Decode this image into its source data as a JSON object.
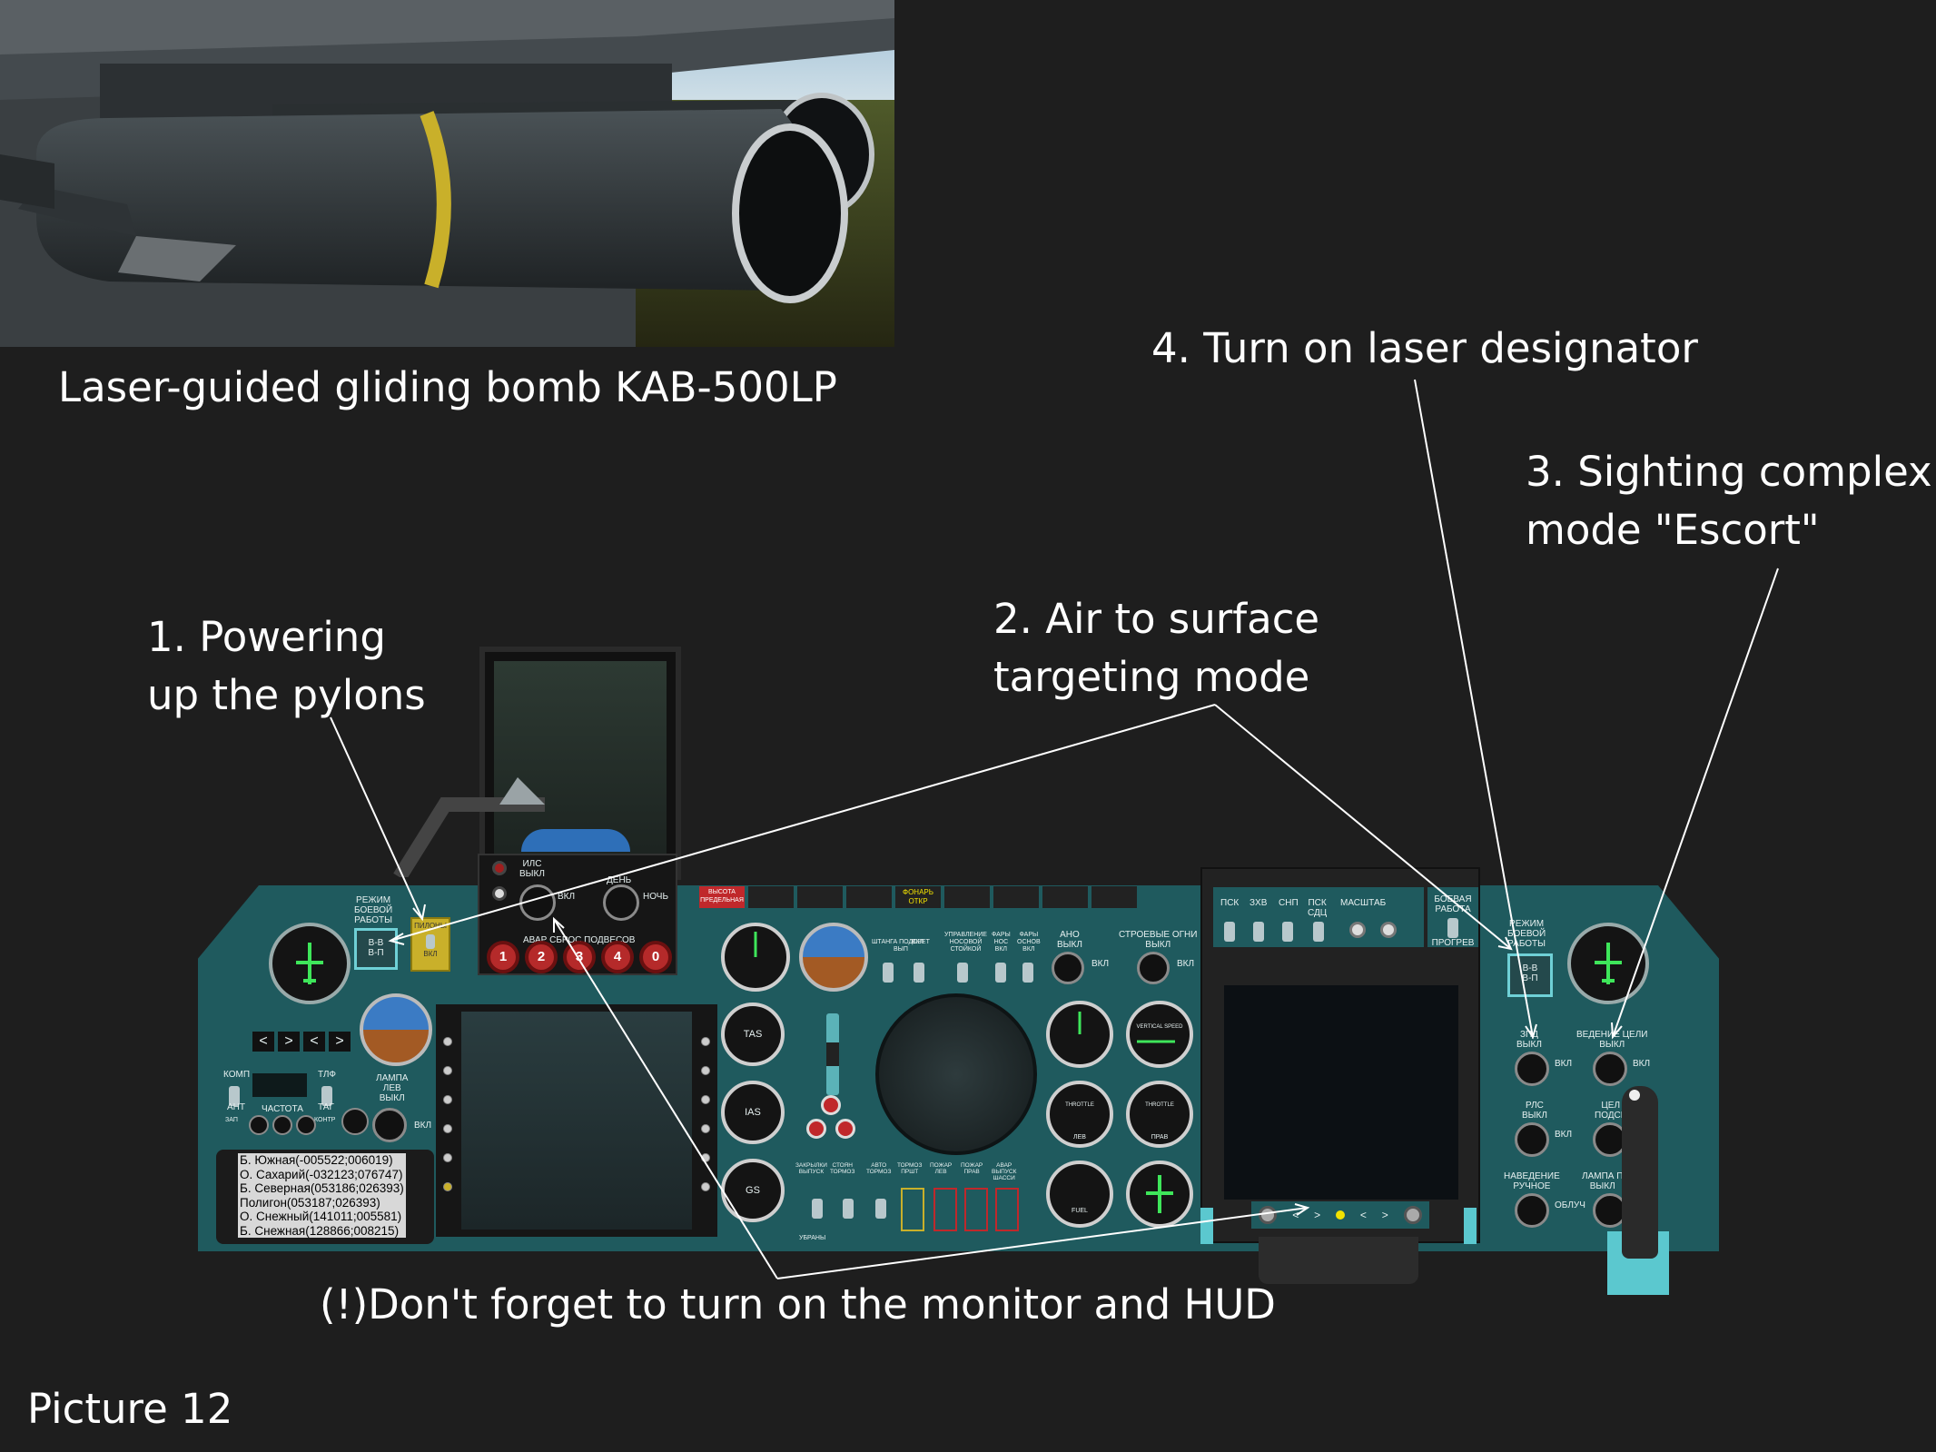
{
  "captions": {
    "bomb": "Laser-guided gliding bomb KAB-500LP",
    "step1_line1": "1.   Powering",
    "step1_line2": "up the pylons",
    "step2_line1": "2. Air to surface",
    "step2_line2": "targeting mode",
    "step3_line1": "3. Sighting complex",
    "step3_line2": "mode \"Escort\"",
    "step4": "4. Turn on laser designator",
    "note": "(!)Don't forget to turn on the monitor and HUD",
    "picture": "Picture 12"
  },
  "panel": {
    "left": {
      "mode_label": "РЕЖИМ\nБОЕВОЙ\nРАБОТЫ",
      "mode_vv": "В-В",
      "mode_vp": "В-П",
      "pylon_label": "ПИЛОНЫ",
      "pylon_state": "ВКЛ",
      "komp": "КОМП",
      "tlf": "ТЛФ",
      "ant": "АНТ",
      "freq": "ЧАСТОТА",
      "tag": "ТАГ",
      "zap": "ЗАП",
      "kontr": "КОНТР",
      "lamp": "ЛАМПА\nЛЕВ\nВЫКЛ",
      "lamp_on": "ВКЛ",
      "nav_arrows": [
        "<",
        ">",
        "<",
        ">"
      ]
    },
    "waypoints": [
      "Б. Южная(-005522;006019)",
      "О. Сахарий(-032123;076747)",
      "Б. Северная(053186;026393)",
      "Полигон(053187;026393)",
      "О. Снежный(141011;005581)",
      "Б. Снежная(128866;008215)"
    ],
    "ils": {
      "ils": "ИЛС\nВЫКЛ",
      "on": "ВКЛ",
      "day": "ДЕНЬ",
      "night": "НОЧЬ",
      "jettison": "АВАР СБРОС ПОДВЕСОВ",
      "buttons": [
        "1",
        "2",
        "3",
        "4",
        "0"
      ]
    },
    "warnings": {
      "altitude": "ВЫСОТА\nПРЕДЕЛЬНАЯ",
      "canopy": "ФОНАРЬ\nОТКР"
    },
    "center": {
      "tas": "TAS",
      "ias": "IAS",
      "gs": "GS",
      "switches": [
        "ШТАНГА ПОДСВЕТ\nВЫП",
        "ВКЛ",
        "УПРАВЛЕНИЕ\nНОСОВОЙ\nСТОЙКОЙ",
        "ФАРЫ\nНОС\nВКЛ",
        "ФАРЫ\nОСНОВ\nВКЛ"
      ],
      "ano": "АНО\nВЫКЛ",
      "ano_on": "ВКЛ",
      "formation": "СТРОЕВЫЕ ОГНИ\nВЫКЛ",
      "formation_on": "ВКЛ",
      "bottom_switches": [
        "ЗАКРЫЛКИ\nВЫПУСК",
        "СТОЯН\nТОРМОЗ",
        "АВТО\nТОРМОЗ",
        "ТОРМОЗ\nПРШТ",
        "ПОЖАР\nЛЕВ",
        "ПОЖАР\nПРАВ",
        "АВАР\nВЫПУСК\nШАССИ"
      ],
      "flaps_up": "УБРАНЫ",
      "vertical_speed": "VERTICAL SPEED",
      "throttle": "THROTTLE",
      "left": "ЛЕВ",
      "right": "ПРАВ",
      "fuel": "FUEL"
    },
    "right": {
      "top_labels": [
        "ПСК",
        "ЗХВ",
        "СНП",
        "ПСК\nСДЦ",
        "МАСШТАБ"
      ],
      "combat": "БОЕВАЯ\nРАБОТА",
      "warmup": "ПРОГРЕВ",
      "mode_label": "РЕЖИМ\nБОЕВОЙ\nРАБОТЫ",
      "mode_vv": "В-В",
      "mode_vp": "В-П",
      "zpd": "ЗПД\nВЫКЛ",
      "zpd_on": "ВКЛ",
      "target": "ВЕДЕНИЕ ЦЕЛИ\nВЫКЛ",
      "target_on": "ВКЛ",
      "rls": "РЛС\nВЫКЛ",
      "rls_on": "ВКЛ",
      "illum": "ЦЕЛ\nПОДСВ",
      "guidance": "НАВЕДЕНИЕ\nРУЧНОЕ",
      "irradiation": "ОБЛУЧ",
      "lamp": "ЛАМПА П\nВЫКЛ",
      "mfd_arrows": [
        "<",
        ">",
        "<",
        ">"
      ]
    }
  },
  "colors": {
    "panel": "#1f5a5e",
    "background": "#1e1e1e",
    "switch_yellow": "#c9b02a",
    "warning_red": "#c0282b",
    "canopy_yellow": "#f2e200",
    "gauge_green": "#3ee65a"
  }
}
